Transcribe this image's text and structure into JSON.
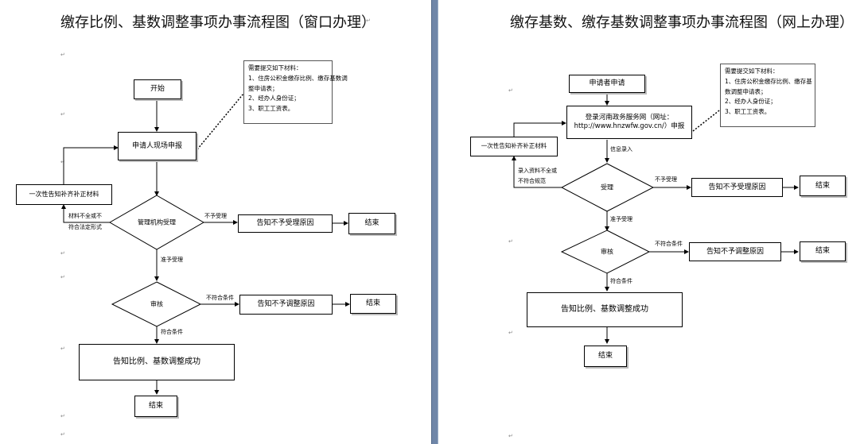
{
  "left": {
    "title": "缴存比例、基数调整事项办事流程图（窗口办理）",
    "notes": [
      "需要提交如下材料：",
      "1、住房公积金缴存比例、缴存基数调",
      "整申请表；",
      "2、经办人身份证；",
      "3、职工工资表。"
    ],
    "start": "开始",
    "apply": "申请人现场申报",
    "supplement": "一次性告知补齐补正材料",
    "accept_decision": "管理机构受理",
    "reject_accept": "告知不予受理原因",
    "end": "结束",
    "review": "审核",
    "reject_adjust": "告知不予调整原因",
    "success": "告知比例、基数调整成功",
    "labels": {
      "incomplete_1": "材料不全或不",
      "incomplete_2": "符合法定形式",
      "no_accept": "不予受理",
      "accepted": "准予受理",
      "not_met": "不符合条件",
      "met": "符合条件"
    }
  },
  "right": {
    "title": "缴存基数、缴存基数调整事项办事流程图（网上办理）",
    "notes": [
      "需要提交如下材料：",
      "1、住房公积金缴存比例、缴存基",
      "数调整申请表；",
      "2、经办人身份证；",
      "3、职工工资表。"
    ],
    "apply": "申请者申请",
    "login_1": "登录河南政务服务网（网址：",
    "login_2": "http://www.hnzwfw.gov.cn/）申报",
    "supplement": "一次性告知补齐补正材料",
    "accept_decision": "受理",
    "reject_accept": "告知不予受理原因",
    "end": "结束",
    "review": "审核",
    "reject_adjust": "告知不予调整原因",
    "success": "告知比例、基数调整成功",
    "labels": {
      "info_entry": "信息录入",
      "incomplete_1": "录入资料不全或",
      "incomplete_2": "不符合规范",
      "no_accept": "不予受理",
      "accepted": "准予受理",
      "not_met": "不符合条件",
      "met": "符合条件"
    }
  }
}
